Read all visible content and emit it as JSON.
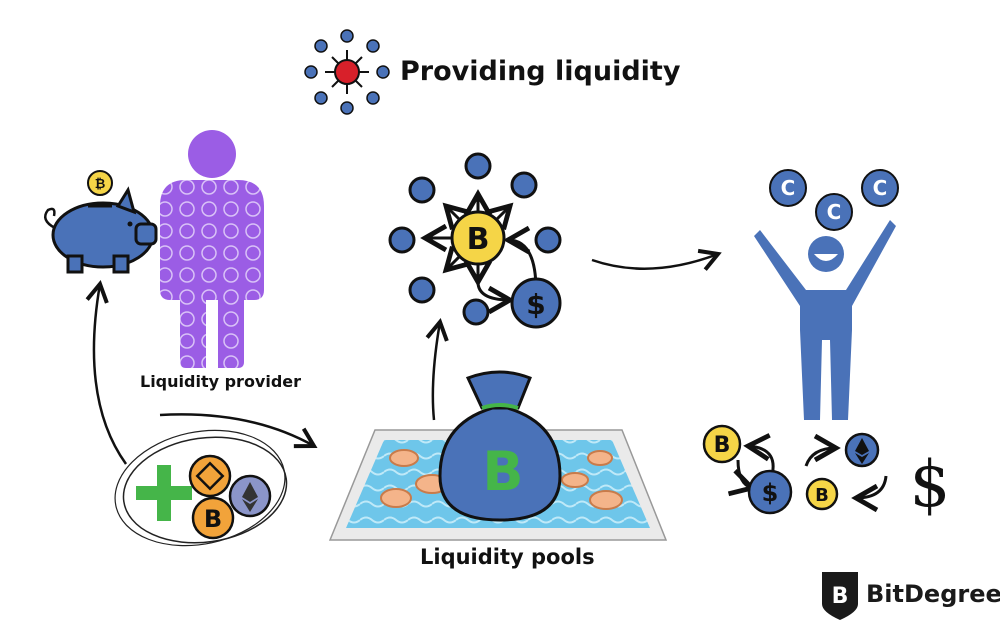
{
  "title": "Providing liquidity",
  "labels": {
    "provider": "Liquidity provider",
    "pools": "Liquidity pools"
  },
  "brand": {
    "name": "BitDegree",
    "logo_letter": "B"
  },
  "symbols": {
    "bitcoin": "B",
    "dollar": "$",
    "coin_c": "C"
  },
  "colors": {
    "blue": "#4a72b8",
    "yellow": "#f5d547",
    "purple": "#9b5de5",
    "green": "#45b549",
    "orange": "#f2a33a",
    "red": "#d8202a",
    "pool": "#6ec6ea"
  },
  "icons": [
    "network-icon",
    "piggy-bank-icon",
    "person-icon",
    "coin-bag-icon",
    "exchange-icon",
    "celebrating-person-icon"
  ]
}
